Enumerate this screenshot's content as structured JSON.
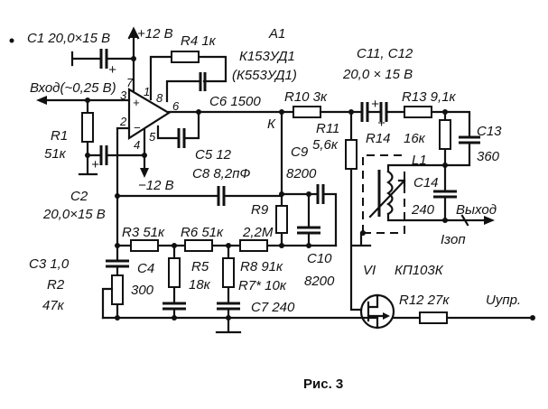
{
  "figure_caption": "Рис. 3",
  "opamp": {
    "ref": "A1",
    "type": "К153УД1",
    "alt_type": "(К553УД1)",
    "pins": {
      "p1": "1",
      "p2": "2",
      "p3": "3",
      "p4": "4",
      "p5": "5",
      "p6": "6",
      "p7": "7",
      "p8": "8"
    },
    "plus": "+",
    "minus": "−"
  },
  "supply": {
    "pos": "+12 В",
    "neg": "−12 В"
  },
  "input_label": "Вход(~0,25 В)",
  "output_label": "Выход",
  "current_label": "Iзоп",
  "control_label": "Uупр.",
  "node_k": "К",
  "components": {
    "c1": "C1  20,0×15 В",
    "r1": "R1",
    "r1v": "51к",
    "c2": "C2",
    "c2v": "20,0×15 В",
    "r4": "R4  1к",
    "c6": "C6  1500",
    "c5": "C5   12",
    "c8": "C8  8,2пФ",
    "r10": "R10  3к",
    "c11c12": "C11, C12",
    "c11c12v": "20,0 × 15 В",
    "r13": "R13  9,1к",
    "r11": "R11",
    "r11v": "5,6к",
    "r14": "R14",
    "r14v": "16к",
    "l1": "L1",
    "c13": "C13",
    "c13v": "360",
    "c14": "C14",
    "c14v": "240",
    "c9": "C9",
    "c9v": "8200",
    "r9": "R9",
    "r9v": "2,2М",
    "r3": "R3  51к",
    "r6": "R6  51к",
    "c3": "C3  1,0",
    "r2": "R2",
    "r2v": "47к",
    "c4": "C4",
    "c4v": "300",
    "r5": "R5",
    "r5v": "18к",
    "r8": "R8  91к",
    "r7": "R7*  10к",
    "c7": "C7  240",
    "c10": "C10",
    "c10v": "8200",
    "v1": "VI",
    "v1v": "КП103К",
    "r12": "R12  27к",
    "plus": "+"
  }
}
